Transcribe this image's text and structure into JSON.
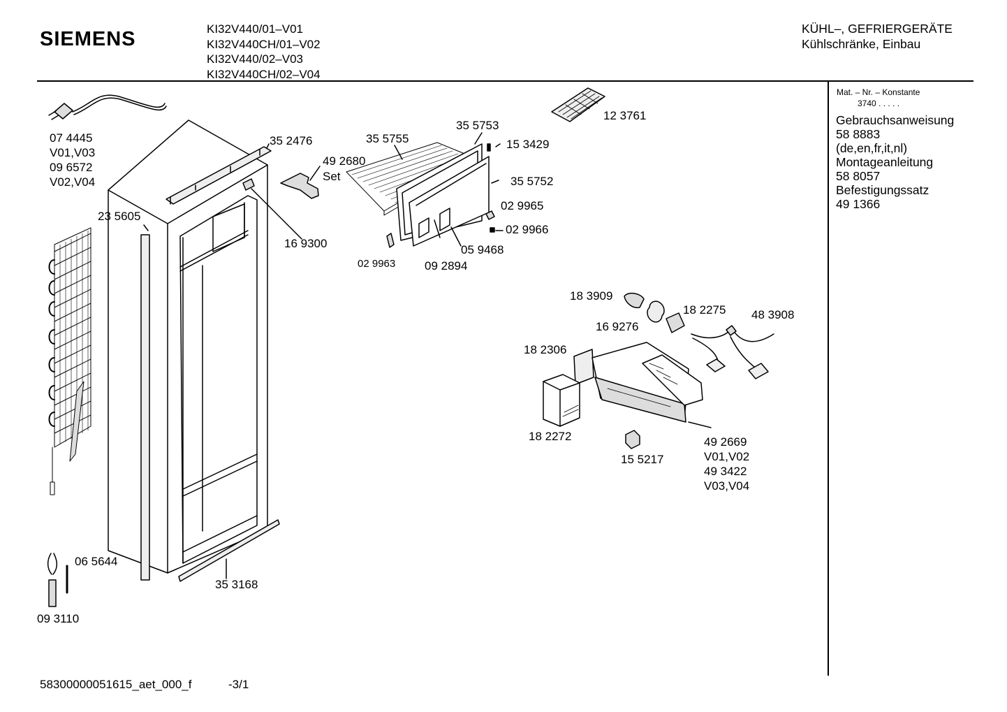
{
  "header": {
    "brand": "SIEMENS",
    "models": [
      "KI32V440/01–V01",
      "KI32V440CH/01–V02",
      "KI32V440/02–V03",
      "KI32V440CH/02–V04"
    ],
    "category_line1": "KÜHL–, GEFRIERGERÄTE",
    "category_line2": "Kühlschränke, Einbau"
  },
  "sidebar": {
    "mat_heading": "Mat. – Nr. – Konstante",
    "mat_value": "3740  .  .  .  .  .",
    "docs": [
      "Gebrauchsanweisung",
      "58 8883",
      "(de,en,fr,it,nl)",
      "Montageanleitung",
      "58 8057",
      "Befestigungssatz",
      "49 1366"
    ]
  },
  "parts": {
    "p074445": "07 4445",
    "p074445_var": "V01,V03",
    "p096572": "09 6572",
    "p096572_var": "V02,V04",
    "p352476": "35 2476",
    "p492680": "49 2680",
    "p492680_note": "Set",
    "p355755": "35 5755",
    "p355753": "35 5753",
    "p153429": "15 3429",
    "p123761": "12 3761",
    "p355752": "35 5752",
    "p029965": "02 9965",
    "p029966": "02 9966",
    "p235605": "23 5605",
    "p169300": "16 9300",
    "p029963": "02 9963",
    "p059468": "05 9468",
    "p092894": "09 2894",
    "p183909": "18 3909",
    "p182275": "18 2275",
    "p483908": "48 3908",
    "p169276": "16 9276",
    "p182306": "18 2306",
    "p182272": "18 2272",
    "p155217": "15 5217",
    "p492669": "49 2669",
    "p492669_var": "V01,V02",
    "p493422": "49 3422",
    "p493422_var": "V03,V04",
    "p065644": "06 5644",
    "p353168": "35 3168",
    "p093110": "09 3110"
  },
  "footer": {
    "code": "58300000051615_aet_000_f",
    "page": "-3/1"
  }
}
